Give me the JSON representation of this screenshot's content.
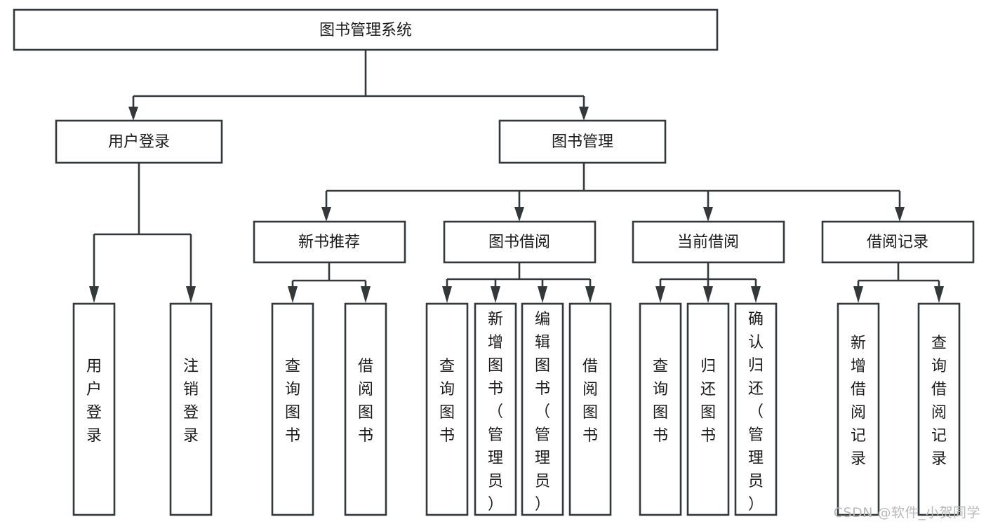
{
  "diagram": {
    "type": "tree",
    "title": "图书管理系统",
    "orientation": "top-down",
    "colors": {
      "stroke": "#33383b",
      "node_fill": "#ffffff",
      "text": "#1b1b1b",
      "background": "#ffffff",
      "watermark": "#b9b9b9"
    },
    "root": {
      "id": "root",
      "label": "图书管理系统"
    },
    "level2": [
      {
        "id": "user-login",
        "label": "用户登录"
      },
      {
        "id": "book-management",
        "label": "图书管理"
      }
    ],
    "level3": [
      {
        "id": "new-book-recommend",
        "label": "新书推荐",
        "parent": "book-management"
      },
      {
        "id": "book-borrow",
        "label": "图书借阅",
        "parent": "book-management"
      },
      {
        "id": "current-borrow",
        "label": "当前借阅",
        "parent": "book-management"
      },
      {
        "id": "borrow-record",
        "label": "借阅记录",
        "parent": "book-management"
      }
    ],
    "leaves": [
      {
        "id": "leaf-user-login",
        "label": "用户登录",
        "parent": "user-login"
      },
      {
        "id": "leaf-user-logout",
        "label": "注销登录",
        "parent": "user-login"
      },
      {
        "id": "leaf-query-book-1",
        "label": "查询图书",
        "parent": "new-book-recommend"
      },
      {
        "id": "leaf-borrow-book-1",
        "label": "借阅图书",
        "parent": "new-book-recommend"
      },
      {
        "id": "leaf-query-book-2",
        "label": "查询图书",
        "parent": "book-borrow"
      },
      {
        "id": "leaf-add-book",
        "label": "新增图书（管理员）",
        "parent": "book-borrow"
      },
      {
        "id": "leaf-edit-book",
        "label": "编辑图书（管理员）",
        "parent": "book-borrow"
      },
      {
        "id": "leaf-borrow-book-2",
        "label": "借阅图书",
        "parent": "book-borrow"
      },
      {
        "id": "leaf-query-book-3",
        "label": "查询图书",
        "parent": "current-borrow"
      },
      {
        "id": "leaf-return-book",
        "label": "归还图书",
        "parent": "current-borrow"
      },
      {
        "id": "leaf-confirm-return",
        "label": "确认归还（管理员）",
        "parent": "current-borrow"
      },
      {
        "id": "leaf-add-record",
        "label": "新增借阅记录",
        "parent": "borrow-record"
      },
      {
        "id": "leaf-query-record",
        "label": "查询借阅记录",
        "parent": "borrow-record"
      }
    ]
  },
  "watermark": {
    "text": "CSDN @软件_小贺同学"
  }
}
